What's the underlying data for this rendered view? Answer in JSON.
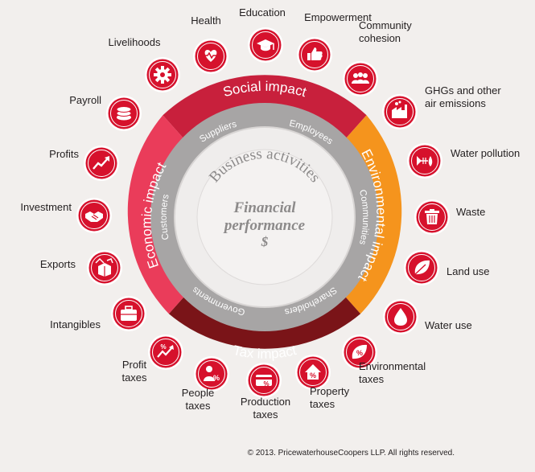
{
  "center": {
    "title_line1": "Financial",
    "title_line2": "performance",
    "title_line3": "$",
    "arc_text": "Business activities"
  },
  "stakeholders": [
    "Suppliers",
    "Employees",
    "Communities",
    "Shareholders",
    "Governments",
    "Customers"
  ],
  "segments": [
    {
      "label": "Social impact",
      "color": "#c8203c"
    },
    {
      "label": "Environmental impact",
      "color": "#f5941d"
    },
    {
      "label": "Tax impact",
      "color": "#7a1418"
    },
    {
      "label": "Economic impact",
      "color": "#ea3c5a"
    }
  ],
  "colors": {
    "icon_ring": "#d6112c",
    "icon_fill": "#ffffff",
    "stakeholder_ring": "#a7a5a5",
    "center_disc": "#f4f2f1",
    "background": "#f2efed"
  },
  "items": [
    {
      "label": "Health",
      "icon": "heart-monitor-icon"
    },
    {
      "label": "Education",
      "icon": "graduation-cap-icon"
    },
    {
      "label": "Empowerment",
      "icon": "thumbs-up-icon"
    },
    {
      "label": "Community\ncohesion",
      "icon": "people-group-icon"
    },
    {
      "label": "GHGs and other\nair emissions",
      "icon": "factory-icon"
    },
    {
      "label": "Water pollution",
      "icon": "fish-bone-icon"
    },
    {
      "label": "Waste",
      "icon": "trash-bin-icon"
    },
    {
      "label": "Land use",
      "icon": "leaf-icon"
    },
    {
      "label": "Water use",
      "icon": "water-drop-icon"
    },
    {
      "label": "Environmental\ntaxes",
      "icon": "leaf-percent-icon"
    },
    {
      "label": "Property\ntaxes",
      "icon": "house-percent-icon"
    },
    {
      "label": "Production\ntaxes",
      "icon": "card-percent-icon"
    },
    {
      "label": "People\ntaxes",
      "icon": "person-percent-icon"
    },
    {
      "label": "Profit\ntaxes",
      "icon": "chart-percent-icon"
    },
    {
      "label": "Intangibles",
      "icon": "briefcase-icon"
    },
    {
      "label": "Exports",
      "icon": "box-arrows-icon"
    },
    {
      "label": "Investment",
      "icon": "handshake-icon"
    },
    {
      "label": "Profits",
      "icon": "trend-up-icon"
    },
    {
      "label": "Payroll",
      "icon": "coins-icon"
    },
    {
      "label": "Livelihoods",
      "icon": "gear-icon"
    }
  ],
  "copyright": "© 2013. PricewaterhouseCoopers LLP. All rights reserved."
}
